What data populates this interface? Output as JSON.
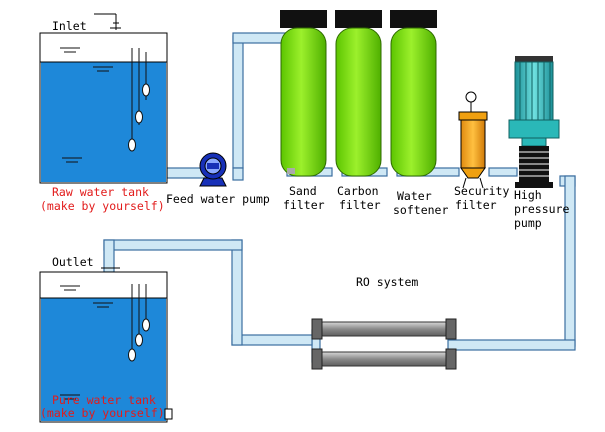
{
  "labels": {
    "inlet": "Inlet",
    "outlet": "Outlet",
    "raw_tank_line1": "Raw water tank",
    "raw_tank_line2": "(make by yourself)",
    "feed_pump": "Feed water pump",
    "sand_line1": "Sand",
    "sand_line2": "filter",
    "carbon_line1": "Carbon",
    "carbon_line2": "filter",
    "softener_line1": "Water",
    "softener_line2": "softener",
    "security_line1": "Security",
    "security_line2": "filter",
    "hp_line1": "High",
    "hp_line2": "pressure",
    "hp_line3": "pump",
    "ro_system": "RO system",
    "pure_tank_line1": "Pure water tank",
    "pure_tank_line2": "(make by yourself)"
  },
  "colors": {
    "water": "#1e88d9",
    "pipe_fill": "#cfe8f5",
    "pipe_stroke": "#3b6fa0",
    "filter_green": "#7ee10a",
    "filter_cap": "#111111",
    "security_filter": "#f7a620",
    "pump_blue": "#1730b8",
    "motor_teal": "#2ab8b8",
    "label_red": "#e21b1b"
  }
}
